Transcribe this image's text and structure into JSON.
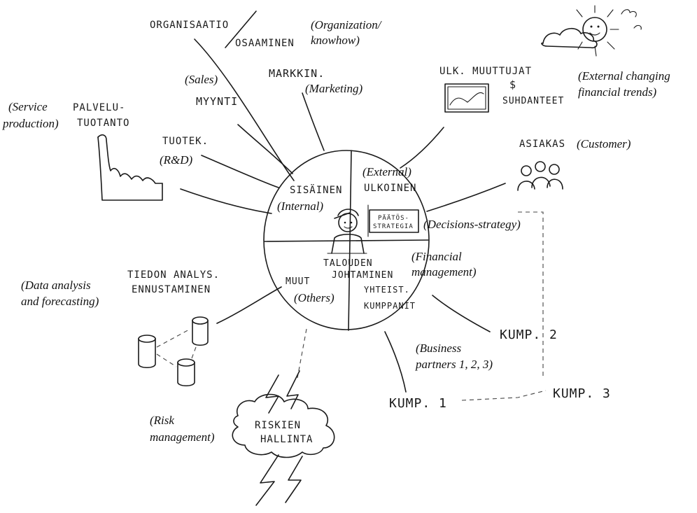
{
  "center": {
    "hand_internal": "SISÄINEN",
    "eng_internal": "(Internal)",
    "hand_external": "ULKOINEN",
    "eng_external": "(External)",
    "hand_board": "PÄÄTÖS-\nSTRATEGIA",
    "eng_decisions": "(Decisions-strategy)",
    "hand_financial_1": "TALOUDEN",
    "hand_financial_2": "JOHTAMINEN",
    "eng_financial_1": "(Financial",
    "eng_financial_2": "management)",
    "hand_others": "MUUT",
    "eng_others": "(Others)",
    "hand_partners_1": "YHTEIST.",
    "hand_partners_2": "KUMPPANIT"
  },
  "spokes": {
    "organization": {
      "hand_1": "ORGANISAATIO",
      "hand_2": "OSAAMINEN",
      "eng_1": "(Organization/",
      "eng_2": "knowhow)"
    },
    "sales": {
      "hand": "MYYNTI",
      "eng": "(Sales)"
    },
    "marketing": {
      "hand": "MARKKIN.",
      "eng": "(Marketing)"
    },
    "service": {
      "hand_1": "PALVELU-",
      "hand_2": "TUOTANTO",
      "eng_1": "(Service",
      "eng_2": "production)"
    },
    "rnd": {
      "hand": "TUOTEK.",
      "eng": "(R&D)"
    },
    "external_trends": {
      "hand_1": "ULK. MUUTTUJAT",
      "hand_2": "SUHDANTEET",
      "hand_symbol": "$",
      "eng_1": "(External changing",
      "eng_2": "financial trends)"
    },
    "customer": {
      "hand": "ASIAKAS",
      "eng": "(Customer)"
    },
    "data_analysis": {
      "hand_1": "TIEDON ANALYS.",
      "hand_2": "ENNUSTAMINEN",
      "eng_1": "(Data analysis",
      "eng_2": "and forecasting)"
    },
    "partners": {
      "hand_1": "KUMP. 1",
      "hand_2": "KUMP. 2",
      "hand_3": "KUMP. 3",
      "eng_1": "(Business",
      "eng_2": "partners 1, 2, 3)"
    },
    "risk": {
      "hand_1": "RISKIEN",
      "hand_2": "HALLINTA",
      "eng_1": "(Risk",
      "eng_2": "management)"
    }
  },
  "colors": {
    "ink": "#1a1a1a",
    "background": "#ffffff"
  }
}
